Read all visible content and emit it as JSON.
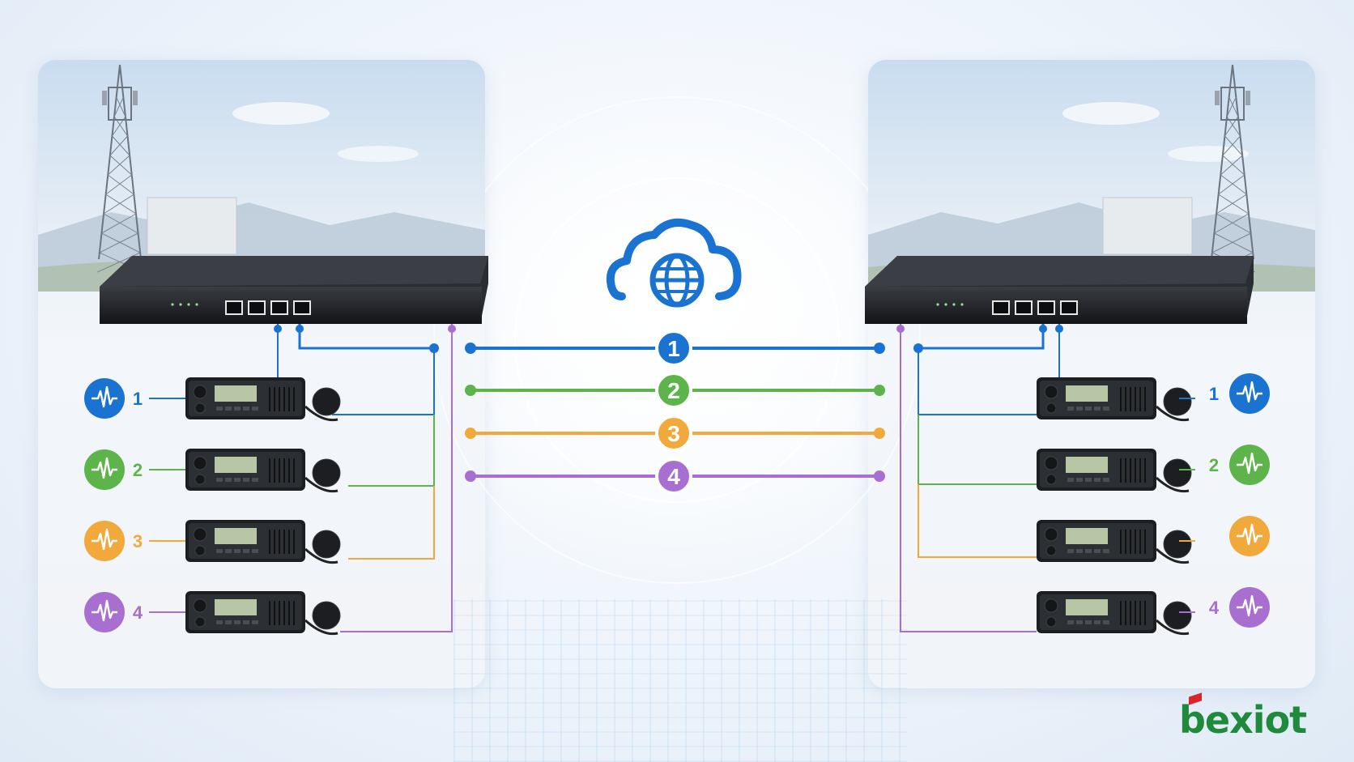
{
  "brand": {
    "name": "bexiot",
    "primary_color": "#1f8a3c",
    "accent_color": "#d9262b"
  },
  "channels": [
    {
      "id": "1",
      "color": "#1a73d1"
    },
    {
      "id": "2",
      "color": "#5db44a"
    },
    {
      "id": "3",
      "color": "#f2a93b"
    },
    {
      "id": "4",
      "color": "#a86fd0"
    }
  ],
  "left_site": {
    "icon": "signal-tower-icon",
    "gateway_icon": "network-gateway-icon",
    "radio_icon": "mobile-radio-icon",
    "channel_labels": [
      "1",
      "2",
      "3",
      "4"
    ]
  },
  "right_site": {
    "icon": "signal-tower-icon",
    "gateway_icon": "network-gateway-icon",
    "radio_icon": "mobile-radio-icon",
    "channel_labels": [
      "1",
      "2",
      "",
      "4"
    ]
  },
  "cloud": {
    "icon": "cloud-globe-icon",
    "color": "#1a73d1"
  }
}
